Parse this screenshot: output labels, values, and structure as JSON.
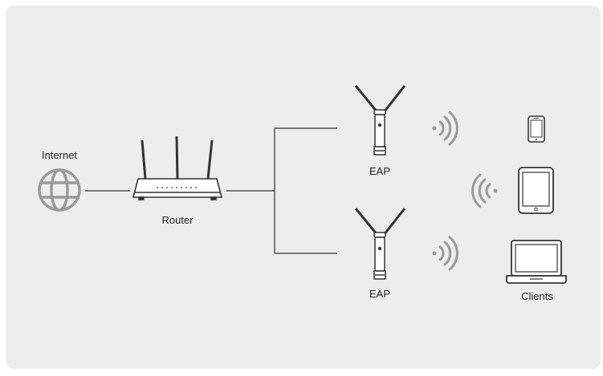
{
  "labels": {
    "internet": "Internet",
    "router": "Router",
    "eap_top": "EAP",
    "eap_bottom": "EAP",
    "clients": "Clients"
  },
  "icons": {
    "internet": "globe-icon",
    "router": "router-icon",
    "eap": "access-point-icon",
    "wifi": "wifi-signal-icon",
    "phone": "smartphone-icon",
    "tablet": "tablet-icon",
    "laptop": "laptop-icon"
  },
  "colors": {
    "background": "#ededed",
    "stroke": "#333333",
    "signal": "#999999",
    "globe": "#9a9a9a"
  }
}
